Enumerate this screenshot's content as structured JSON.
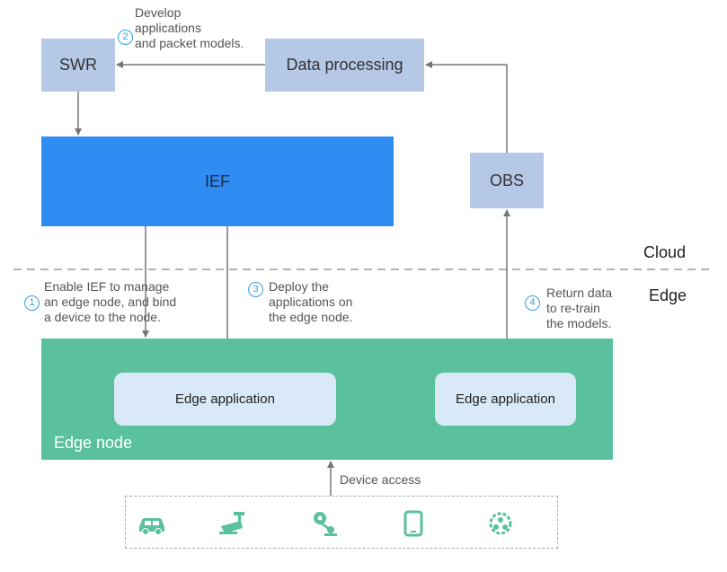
{
  "nodes": {
    "swr": "SWR",
    "data_processing": "Data processing",
    "ief": "IEF",
    "obs": "OBS",
    "edge_node": "Edge node",
    "edge_application_1": "Edge application",
    "edge_application_2": "Edge application"
  },
  "zones": {
    "cloud": "Cloud",
    "edge": "Edge"
  },
  "steps": [
    {
      "number": "1",
      "text": "Enable IEF to manage\nan edge node, and bind\na device to the node."
    },
    {
      "number": "2",
      "text": "Develop\napplications\nand packet models."
    },
    {
      "number": "3",
      "text": "Deploy the\napplications on\nthe edge node."
    },
    {
      "number": "4",
      "text": "Return data\nto re-train\nthe models."
    }
  ],
  "device_access": "Device access",
  "devices": [
    "car-icon",
    "camera-icon",
    "robot-arm-icon",
    "tablet-icon",
    "sensor-hub-icon"
  ],
  "colors": {
    "cloud_box": "#b5c8e6",
    "ief": "#2e8cf2",
    "edge_node": "#5ac19c",
    "edge_application": "#dae9f7",
    "step_number": "#2f9fe4",
    "device_icon": "#5ac19c"
  }
}
